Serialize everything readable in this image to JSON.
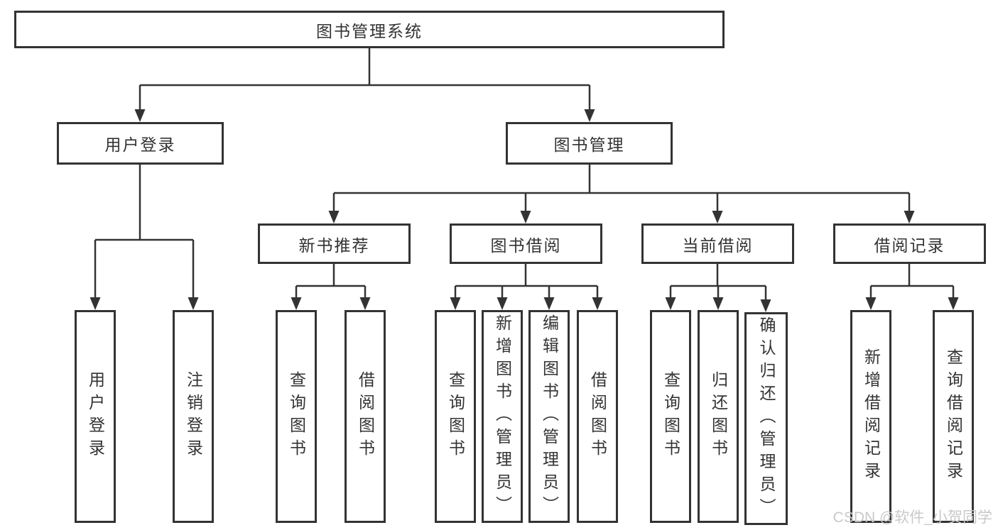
{
  "root": {
    "label": "图书管理系统"
  },
  "branches": [
    {
      "label": "用户登录",
      "leaves": [
        "用户登录",
        "注销登录"
      ]
    },
    {
      "label": "图书管理",
      "modules": [
        {
          "label": "新书推荐",
          "leaves": [
            "查询图书",
            "借阅图书"
          ]
        },
        {
          "label": "图书借阅",
          "leaves": [
            "查询图书",
            "新增图书（管理员）",
            "编辑图书（管理员）",
            "借阅图书"
          ]
        },
        {
          "label": "当前借阅",
          "leaves": [
            "查询图书",
            "归还图书",
            "确认归还（管理员）"
          ]
        },
        {
          "label": "借阅记录",
          "leaves": [
            "新增借阅记录",
            "查询借阅记录"
          ]
        }
      ]
    }
  ],
  "colors": {
    "line": "#333333",
    "box_border": "#333333",
    "box_fill": "#ffffff",
    "text": "#333333",
    "watermark": "#c9c9c9"
  },
  "watermark": "CSDN @软件_小贺同学"
}
